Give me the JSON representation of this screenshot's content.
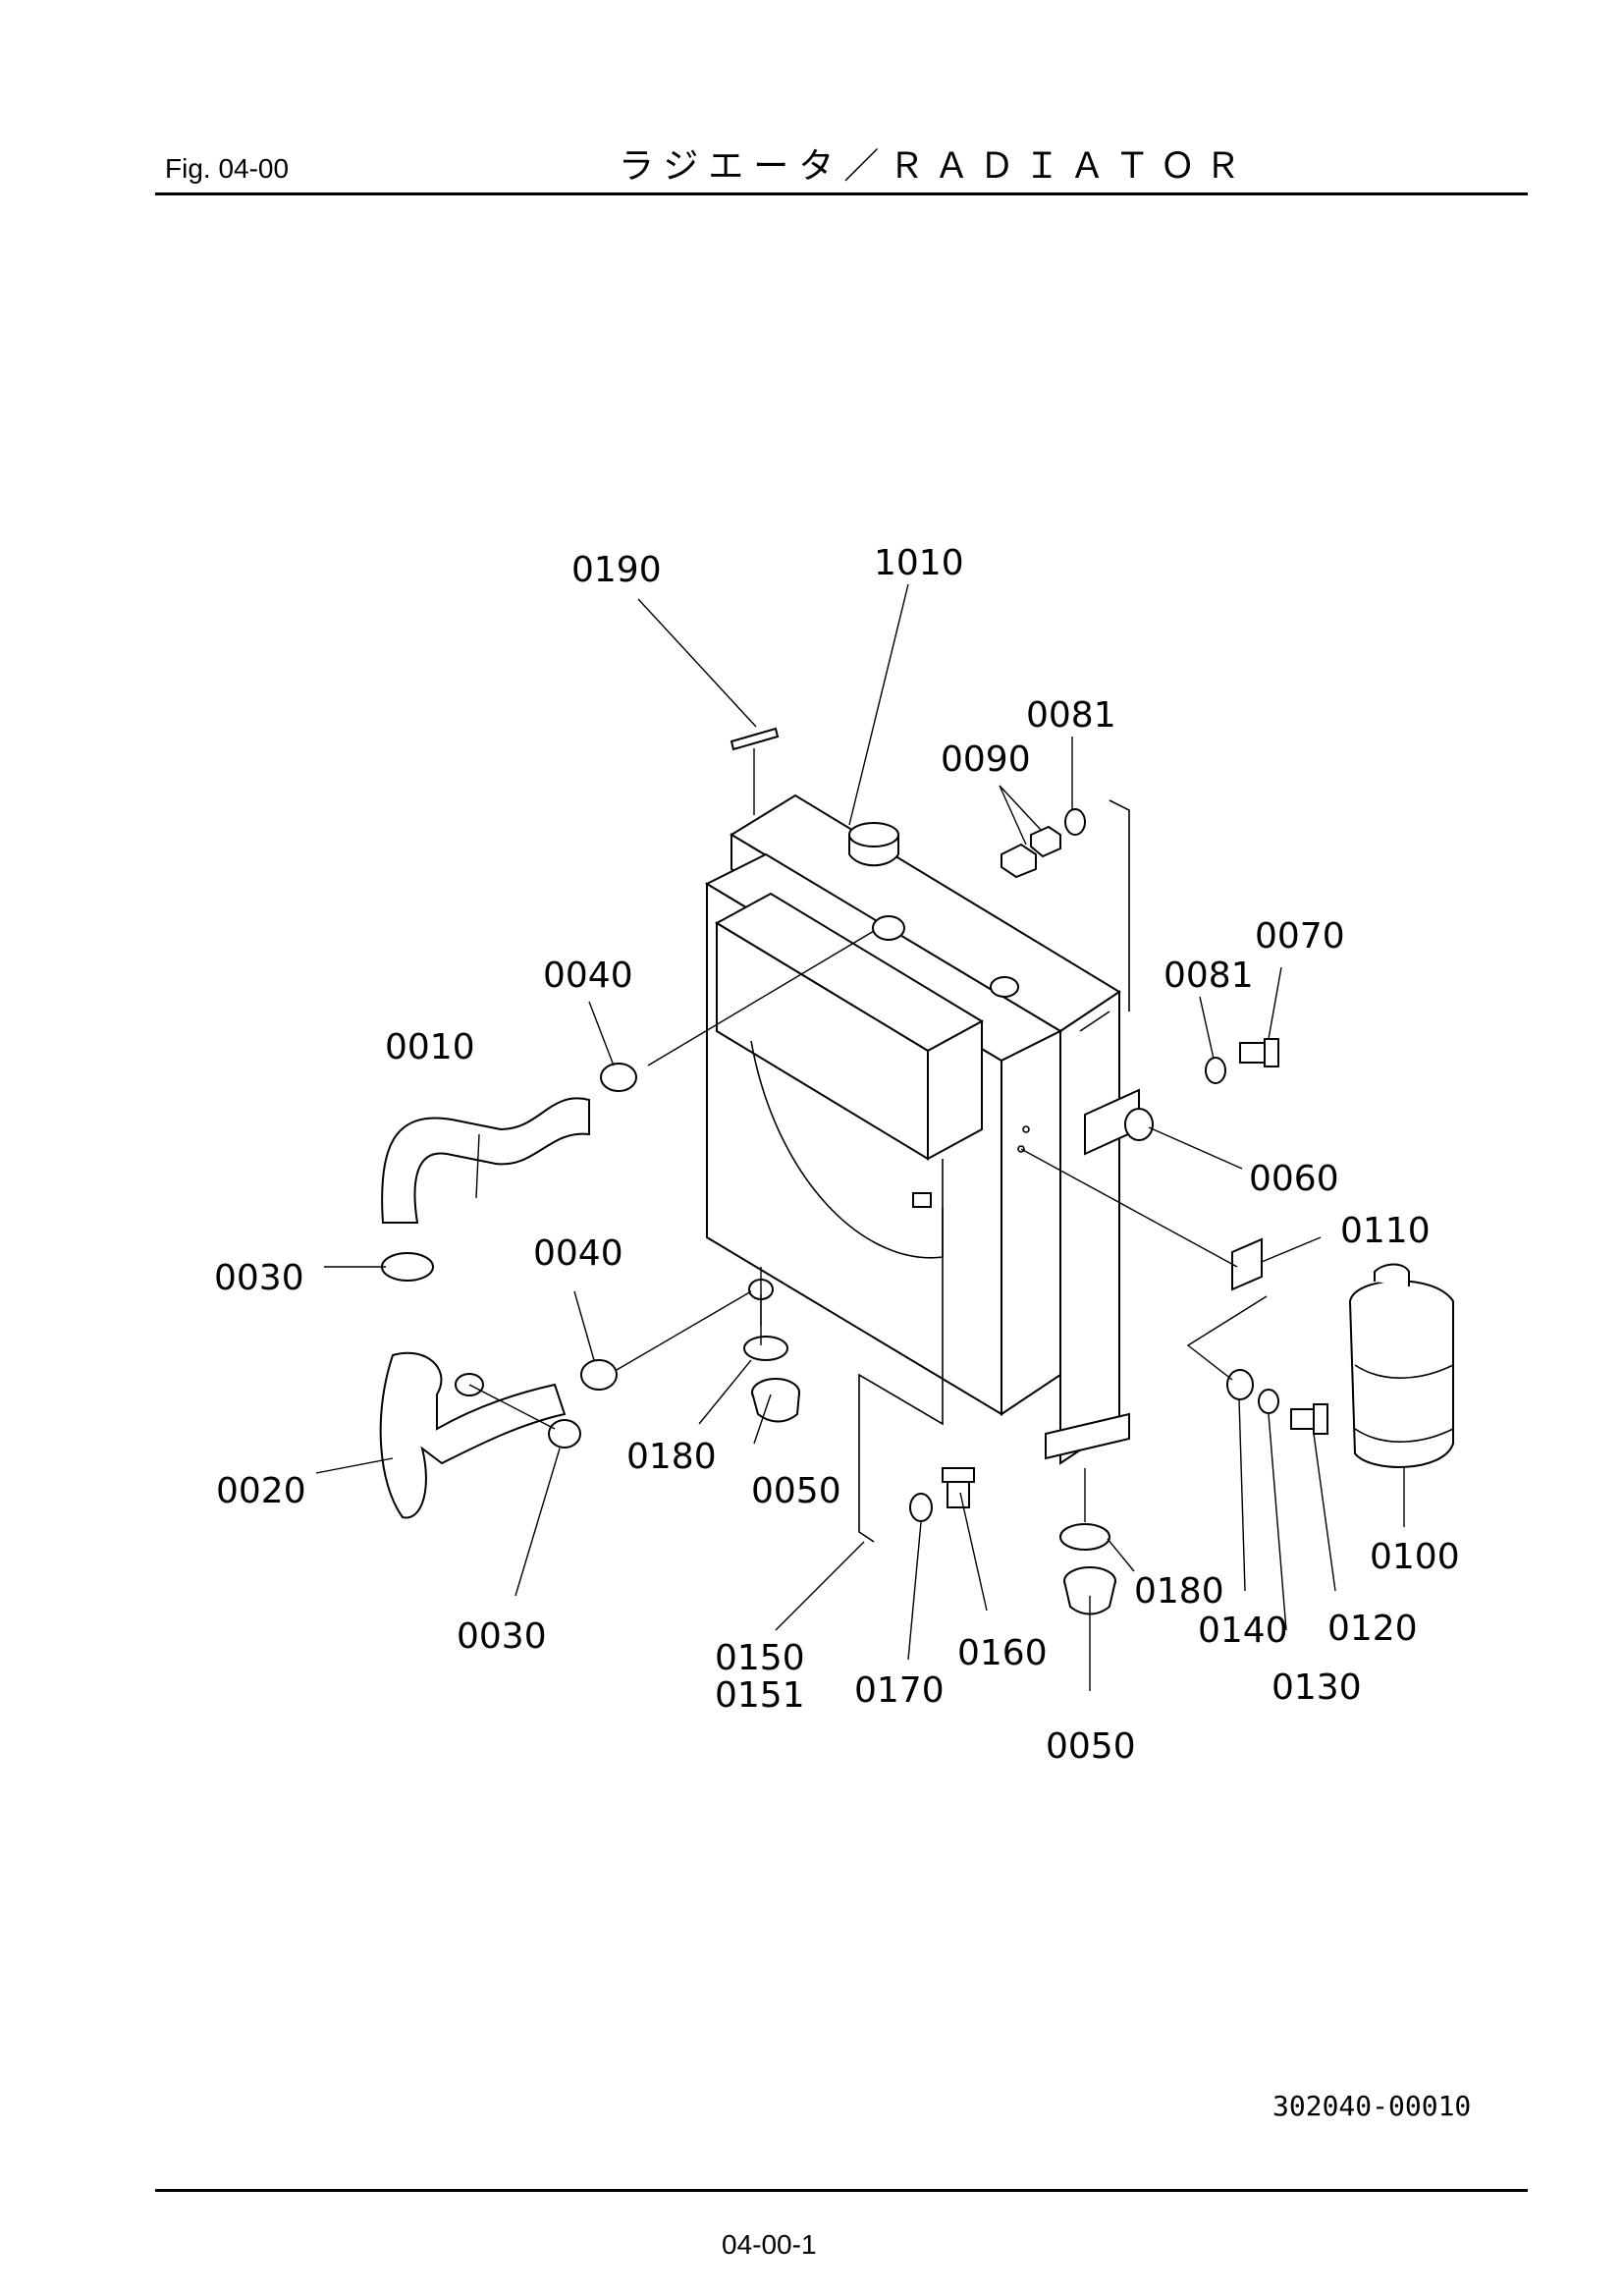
{
  "header": {
    "figure": "Fig.  04-00",
    "title": "ラジエータ／ＲＡＤＩＡＴＯＲ"
  },
  "labels": {
    "p0190": "0190",
    "p1010": "1010",
    "p0081a": "0081",
    "p0090": "0090",
    "p0070": "0070",
    "p0081b": "0081",
    "p0040a": "0040",
    "p0010": "0010",
    "p0060": "0060",
    "p0110": "0110",
    "p0030a": "0030",
    "p0040b": "0040",
    "p0020": "0020",
    "p0180a": "0180",
    "p0050a": "0050",
    "p0030b": "0030",
    "p0150": "0150",
    "p0151": "0151",
    "p0170": "0170",
    "p0160": "0160",
    "p0180b": "0180",
    "p0050b": "0050",
    "p0140": "0140",
    "p0130": "0130",
    "p0120": "0120",
    "p0100": "0100"
  },
  "footer": {
    "drawing_id": "302040-00010",
    "page": "04-00-1"
  }
}
